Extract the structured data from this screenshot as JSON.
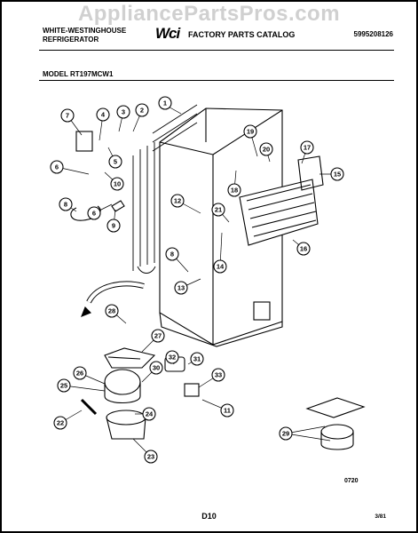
{
  "watermark": "AppliancePartsPros.com",
  "header": {
    "brand_line1": "WHITE-WESTINGHOUSE",
    "brand_line2": "REFRIGERATOR",
    "logo": "Wci",
    "catalog_title": "FACTORY PARTS CATALOG",
    "part_number": "5995208126"
  },
  "model": "MODEL RT197MCW1",
  "callouts": [
    "1",
    "2",
    "3",
    "4",
    "5",
    "6",
    "6",
    "7",
    "8",
    "8",
    "9",
    "10",
    "11",
    "12",
    "13",
    "14",
    "15",
    "16",
    "17",
    "18",
    "19",
    "20",
    "21",
    "22",
    "23",
    "24",
    "25",
    "26",
    "27",
    "28",
    "29",
    "30",
    "31",
    "32",
    "33"
  ],
  "diagram_code": "0720",
  "page_label": "D10",
  "date": "3/81"
}
